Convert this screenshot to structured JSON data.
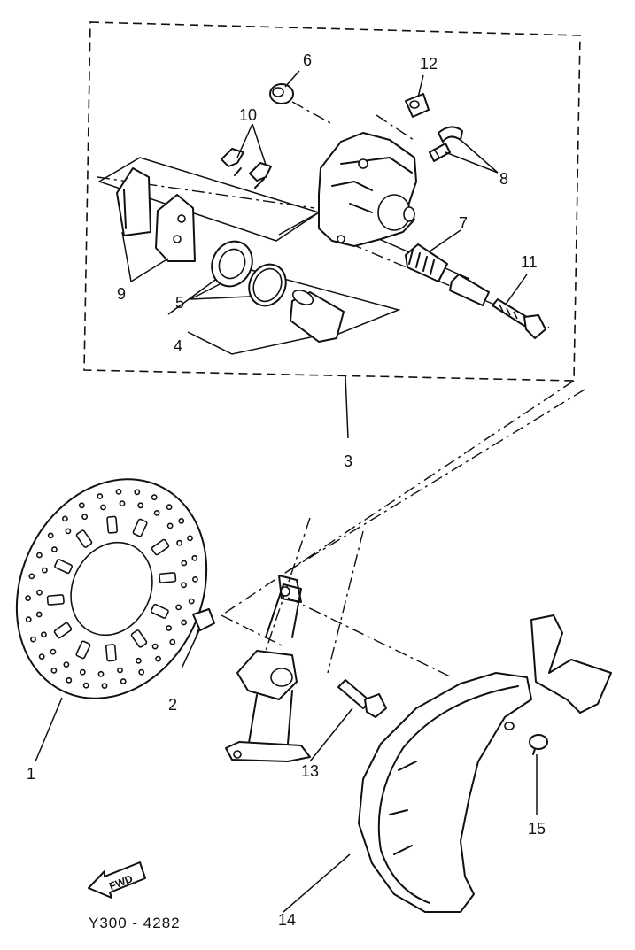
{
  "callouts": [
    {
      "id": "1",
      "text": "1"
    },
    {
      "id": "2",
      "text": "2"
    },
    {
      "id": "3",
      "text": "3"
    },
    {
      "id": "4",
      "text": "4"
    },
    {
      "id": "5",
      "text": "5"
    },
    {
      "id": "6",
      "text": "6"
    },
    {
      "id": "7",
      "text": "7"
    },
    {
      "id": "8",
      "text": "8"
    },
    {
      "id": "9",
      "text": "9"
    },
    {
      "id": "10",
      "text": "10"
    },
    {
      "id": "11",
      "text": "11"
    },
    {
      "id": "12",
      "text": "12"
    },
    {
      "id": "13",
      "text": "13"
    },
    {
      "id": "14",
      "text": "14"
    },
    {
      "id": "15",
      "text": "15"
    }
  ],
  "direction_marker": "FWD",
  "drawing_code": "Y300 - 4282"
}
